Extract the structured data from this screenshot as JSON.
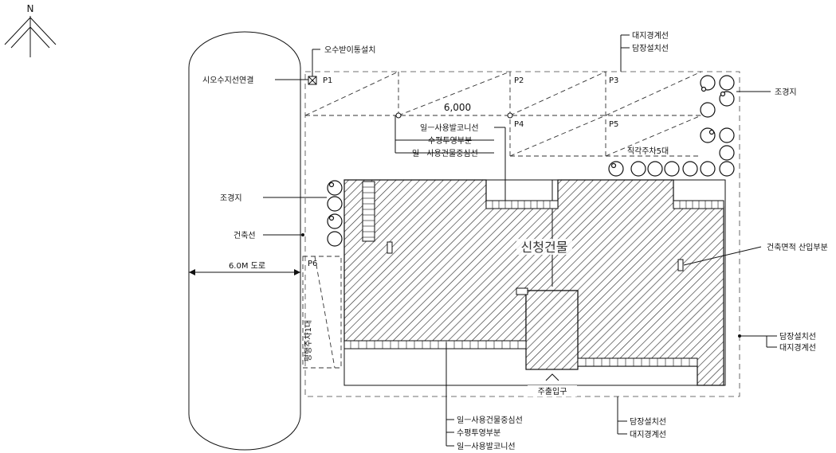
{
  "north": "N",
  "building": "신청건물",
  "main_entrance": "주출입구",
  "road": "6.0M 도로",
  "dimension": "6,000",
  "points": {
    "p1": "P1",
    "p2": "P2",
    "p3": "P3",
    "p4": "P4",
    "p5": "P5",
    "p6": "P6"
  },
  "parking_right": "직각주차5대",
  "parking_left": "평행주차1대",
  "labels": {
    "sewer_box": "오수받이통설치",
    "city_sewer": "시오수지선연결",
    "boundary_top": "대지경계선",
    "wall_top": "담장설치선",
    "landscape_right": "조경지",
    "balcony_top": "일ㅡ사용발코니선",
    "proj_top": "수평투영부분",
    "center_top": "일ㅡ사용건물중심선",
    "landscape_left": "조경지",
    "building_line": "건축선",
    "area_note": "건축면적  산입부분",
    "wall_right": "담장설치선",
    "boundary_right": "대지경계선",
    "center_bottom": "일ㅡ사용건물중심선",
    "proj_bottom": "수평투영부분",
    "balcony_bottom": "일ㅡ사용발코니선",
    "wall_bottom": "담장설치선",
    "boundary_bottom": "대지경계선"
  }
}
